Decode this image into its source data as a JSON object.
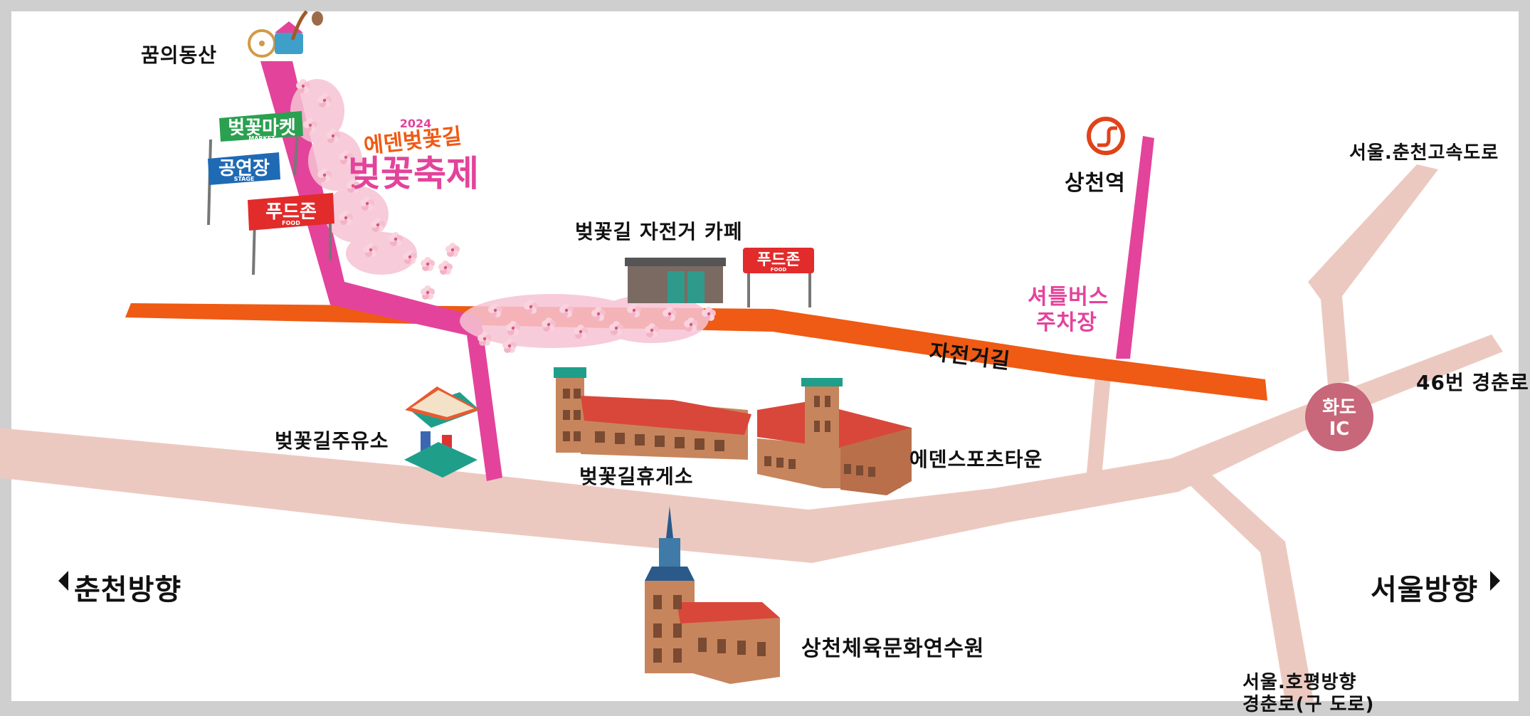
{
  "festival": {
    "year": "2024",
    "line1": "에덴벚꽃길",
    "line2": "벚꽃축제"
  },
  "colors": {
    "road": "#ecc9c0",
    "bike_path": "#ef5a14",
    "pink_path": "#e3439b",
    "blossom": "#f6c3d4",
    "ic_badge": "#c8667a",
    "market_sign": "#2aa050",
    "stage_sign": "#1f6ab4",
    "food_sign": "#e22b2b"
  },
  "signs": {
    "market": {
      "title": "벚꽃마켓",
      "sub": "MARKET"
    },
    "stage": {
      "title": "공연장",
      "sub": "STAGE"
    },
    "food1": {
      "title": "푸드존",
      "sub": "FOOD"
    },
    "food2": {
      "title": "푸드존",
      "sub": "FOOD"
    }
  },
  "places": {
    "dream_hill": "꿈의동산",
    "bike_cafe": "벚꽃길 자전거 카페",
    "gas_station": "벚꽃길주유소",
    "rest_area": "벚꽃길휴게소",
    "sports_town": "에덴스포츠타운",
    "training_center": "상천체육문화연수원",
    "station": "상천역"
  },
  "roads": {
    "bike_road": "자전거길",
    "shuttle_line1": "셔틀버스",
    "shuttle_line2": "주차장",
    "seoul_expressway": "서울.춘천고속도로",
    "route46": "46번 경춘로",
    "ic_line1": "화도",
    "ic_line2": "IC",
    "old_road_line1": "서울.호평방향",
    "old_road_line2": "경춘로(구 도로)"
  },
  "directions": {
    "chuncheon": "춘천방향",
    "seoul": "서울방향"
  },
  "icons": [
    "left-arrow-icon",
    "right-arrow-icon",
    "station-icon"
  ]
}
